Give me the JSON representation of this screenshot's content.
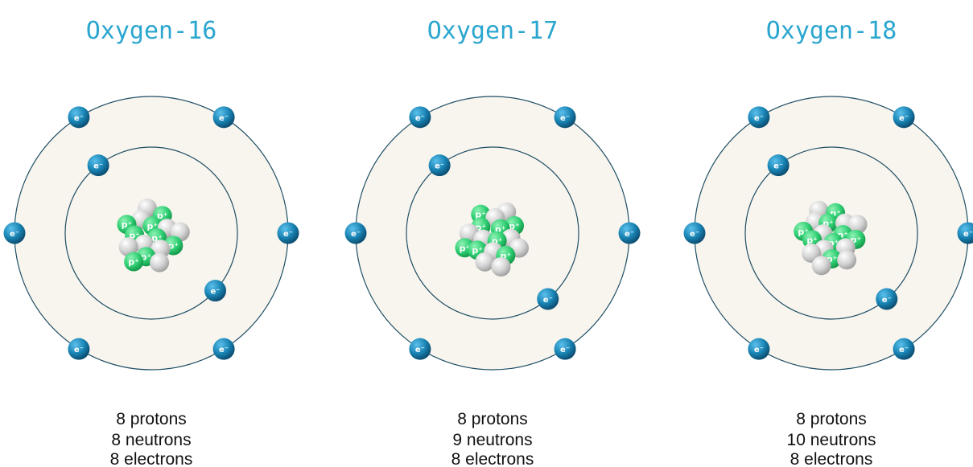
{
  "atoms": [
    {
      "name": "Oxygen-16",
      "caption": [
        "8 protons",
        "8 neutrons",
        "8 electrons"
      ],
      "protons": 8,
      "neutrons": 8,
      "inner_electrons": 2,
      "outer_electrons": 6,
      "electron_label": "e⁻",
      "proton_label": "p⁺"
    },
    {
      "name": "Oxygen-17",
      "caption": [
        "8 protons",
        "9 neutrons",
        "8 electrons"
      ],
      "protons": 8,
      "neutrons": 9,
      "inner_electrons": 2,
      "outer_electrons": 6,
      "electron_label": "e⁻",
      "proton_label": "p⁺"
    },
    {
      "name": "Oxygen-18",
      "caption": [
        "8 protons",
        "10 neutrons",
        "8 electrons"
      ],
      "protons": 8,
      "neutrons": 10,
      "inner_electrons": 2,
      "outer_electrons": 6,
      "electron_label": "e⁻",
      "proton_label": "p⁺"
    }
  ],
  "colors": {
    "title": "#2aa6cf",
    "shell_fill": "#f8f5ee",
    "orbit_line": "#1f4f66",
    "electron": "#1883b3",
    "proton": "#2fcf73",
    "neutron": "#cfcfcf",
    "caption": "#111111"
  }
}
